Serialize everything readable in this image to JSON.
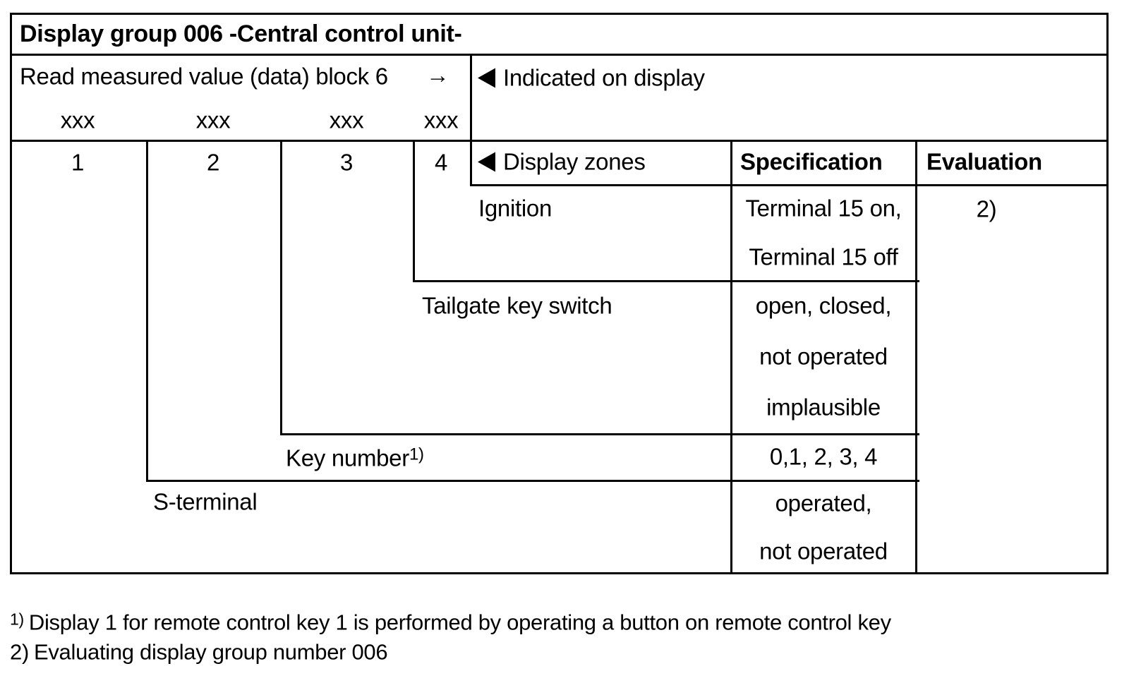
{
  "table": {
    "title": "Display group 006 -Central control unit-",
    "block_row": {
      "label": "Read measured value (data) block 6",
      "arrow": "→",
      "placeholders": [
        "xxx",
        "xxx",
        "xxx",
        "xxx"
      ]
    },
    "indicated": {
      "label": "Indicated on display"
    },
    "zone_numbers": [
      "1",
      "2",
      "3",
      "4"
    ],
    "header": {
      "zones_label": "Display zones",
      "specification": "Specification",
      "evaluation": "Evaluation"
    },
    "rows": [
      {
        "zone": "4",
        "label": "Ignition",
        "spec": [
          "Terminal 15 on,",
          "Terminal 15 off"
        ]
      },
      {
        "zone": "3",
        "label": "Tailgate key switch",
        "spec": [
          "open, closed,",
          "not operated",
          "implausible"
        ]
      },
      {
        "zone": "2",
        "label": "Key number",
        "label_superscript": "1)",
        "spec": [
          "0,1, 2, 3, 4"
        ]
      },
      {
        "zone": "1",
        "label": "S-terminal",
        "spec": [
          "operated,",
          "not operated"
        ]
      }
    ],
    "evaluation_value": "2)"
  },
  "footnotes": [
    {
      "marker": "1)",
      "text": "Display 1 for remote control key 1 is performed by operating a button on remote control key"
    },
    {
      "marker": "2)",
      "text": "Evaluating display group number 006"
    }
  ],
  "icons": {
    "zone_pointer": "left-triangle-icon"
  },
  "colors": {
    "ink": "#000000",
    "background": "#ffffff"
  }
}
